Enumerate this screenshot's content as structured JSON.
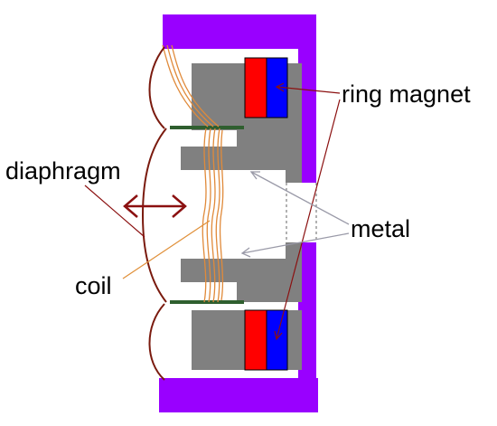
{
  "labels": {
    "ring_magnet": "ring magnet",
    "diaphragm": "diaphragm",
    "metal": "metal",
    "coil": "coil"
  },
  "colors": {
    "housing": "#9900ff",
    "housing_inner": "#ffffff",
    "metal": "#808080",
    "magnet_north": "#ff0000",
    "magnet_south": "#0000ff",
    "diaphragm": "#7a1a0e",
    "coil": "#e08a3a",
    "pointer_red": "#8b1010",
    "pointer_grey": "#9a9aa8",
    "pointer_orange": "#e0903a",
    "plate": "#2f5f2f"
  }
}
